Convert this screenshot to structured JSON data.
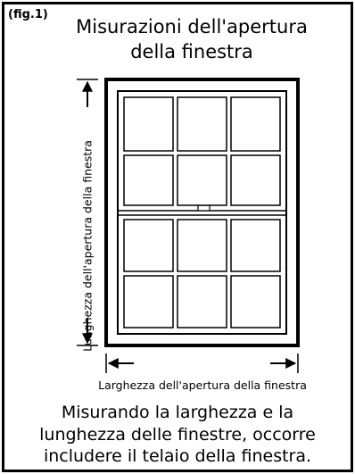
{
  "figure": {
    "label": "(fig.1)",
    "title": "Misurazioni dell'apertura della finestra",
    "height_label": "Lunghezza dell'apertura della finestra",
    "width_label": "Larghezza dell'apertura della finestra",
    "caption": "Misurando la larghezza e la lunghezza delle finestre, occorre includere il telaio della finestra."
  },
  "window": {
    "sashes": 2,
    "rows_per_sash": 2,
    "columns": 3
  },
  "colors": {
    "line": "#000000",
    "background": "#ffffff"
  }
}
